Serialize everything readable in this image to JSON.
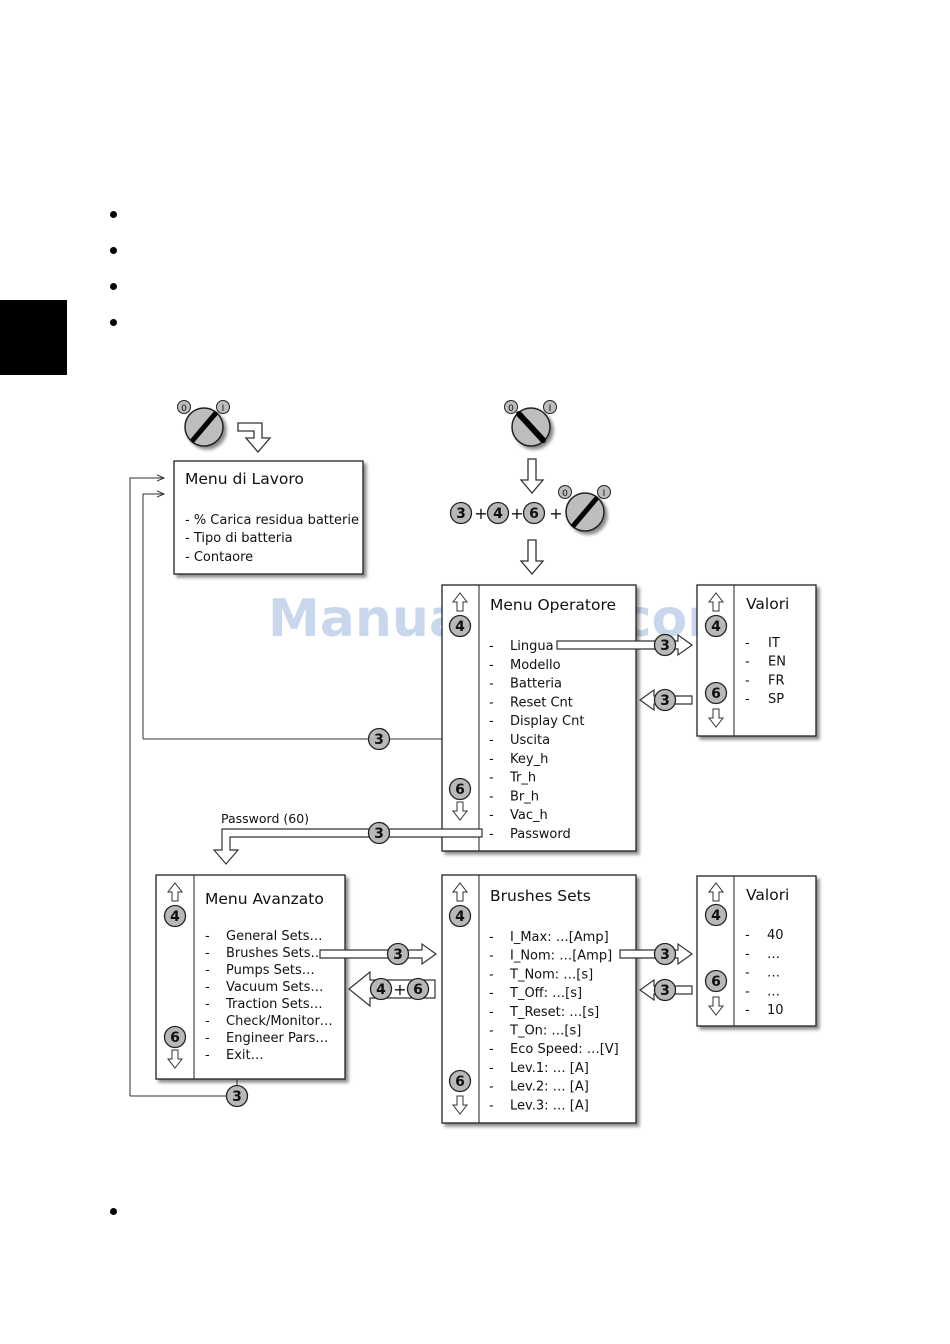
{
  "bullets_count": 5,
  "watermark": "ManualsLib.com",
  "key_switch": {
    "off_label": "0",
    "on_label": "I"
  },
  "combo": {
    "b1": "3",
    "plus": "+",
    "b2": "4",
    "b3": "6"
  },
  "buttons": {
    "ok": "3",
    "up": "4",
    "down": "6",
    "plus": "+"
  },
  "password_label": "Password (60)",
  "menu_lavoro": {
    "title": "Menu di Lavoro",
    "items": [
      "- % Carica residua batterie",
      "- Tipo di batteria",
      "- Contaore"
    ]
  },
  "menu_operatore": {
    "title": "Menu Operatore",
    "items": [
      "Lingua",
      "Modello",
      "Batteria",
      "Reset Cnt",
      "Display Cnt",
      "Uscita",
      "Key_h",
      "Tr_h",
      "Br_h",
      "Vac_h",
      "Password"
    ]
  },
  "valori_lingua": {
    "title": "Valori",
    "items": [
      "IT",
      "EN",
      "FR",
      "SP"
    ]
  },
  "menu_avanzato": {
    "title": "Menu Avanzato",
    "items": [
      "General Sets…",
      "Brushes Sets…",
      "Pumps Sets…",
      "Vacuum Sets…",
      "Traction Sets…",
      "Check/Monitor…",
      "Engineer Pars…",
      "Exit…"
    ]
  },
  "brushes_sets": {
    "title": "Brushes Sets",
    "items": [
      "I_Max: …[Amp]",
      "I_Nom: …[Amp]",
      "T_Nom: …[s]",
      "T_Off: …[s]",
      "T_Reset: …[s]",
      "T_On: …[s]",
      "Eco Speed: …[V]",
      "Lev.1: … [A]",
      "Lev.2: … [A]",
      "Lev.3: … [A]"
    ]
  },
  "valori_brushes": {
    "title": "Valori",
    "items": [
      "40",
      "…",
      "…",
      "…",
      "10"
    ]
  },
  "dash": "-"
}
